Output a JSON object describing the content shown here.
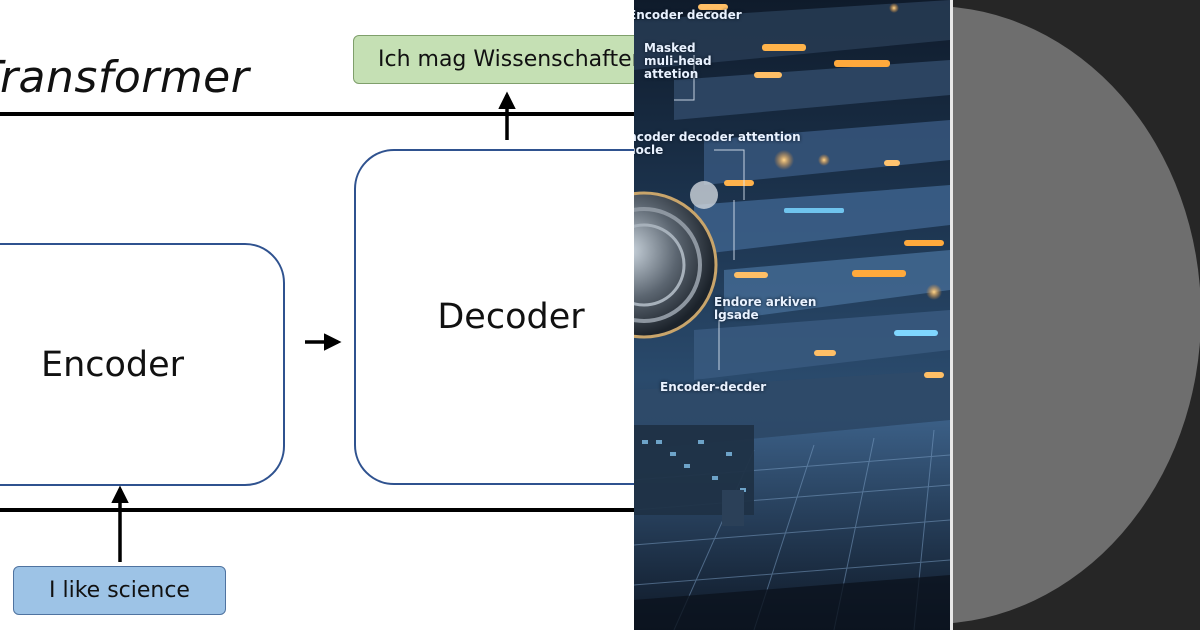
{
  "diagram": {
    "title": "Transformer",
    "encoder_label": "Encoder",
    "decoder_label": "Decoder",
    "input_text": "I like science",
    "output_text": "Ich mag Wissenschaften"
  },
  "illustration": {
    "labels": [
      "Encoder decoder",
      "Masked\nmuli-head\nattetion",
      "Encoder decoder attention\nsnocle",
      "Endore arkiven\nlgsade",
      "Encoder-decder"
    ]
  },
  "colors": {
    "box_border": "#2f528f",
    "input_fill": "#9dc3e6",
    "output_fill": "#c5e0b4",
    "gray_panel": "#262626",
    "gray_circle": "#6e6e6e"
  }
}
